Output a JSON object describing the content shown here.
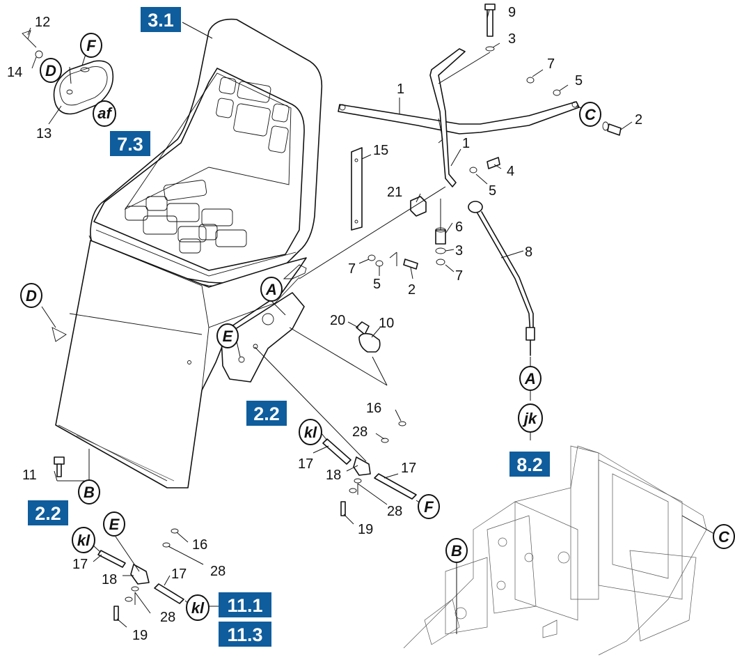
{
  "part_numbers": {
    "p12": "12",
    "p14": "14",
    "p13": "13",
    "p9": "9",
    "p3a": "3",
    "p7a": "7",
    "p5a": "5",
    "p1a": "1",
    "p2a": "2",
    "p1b": "1",
    "p4": "4",
    "p5b": "5",
    "p15": "15",
    "p21": "21",
    "p6": "6",
    "p3b": "3",
    "p7b": "7",
    "p8": "8",
    "p7c": "7",
    "p5c": "5",
    "p2b": "2",
    "p20": "20",
    "p10": "10",
    "p16a": "16",
    "p28a": "28",
    "p17a": "17",
    "p18a": "18",
    "p17b": "17",
    "p28b": "28",
    "p19a": "19",
    "p11": "11",
    "p16b": "16",
    "p28c": "28",
    "p17c": "17",
    "p18b": "18",
    "p17d": "17",
    "p28d": "28",
    "p19b": "19"
  },
  "references": {
    "ref_3_1": "3.1",
    "ref_7_3": "7.3",
    "ref_2_2a": "2.2",
    "ref_8_2": "8.2",
    "ref_2_2b": "2.2",
    "ref_11_1": "11.1",
    "ref_11_3": "11.3"
  },
  "connectors": {
    "F_top": "F",
    "D_top": "D",
    "af": "af",
    "C_right": "C",
    "D_left": "D",
    "A_mid": "A",
    "E_mid": "E",
    "A_cable": "A",
    "jk": "jk",
    "kl_a": "kl",
    "F_bottom": "F",
    "B_mid": "B",
    "E_low": "E",
    "kl_b": "kl",
    "kl_c": "kl",
    "B_frame": "B",
    "C_frame": "C"
  },
  "colors": {
    "reference_box": "#0f5d9c",
    "line": "#111111"
  }
}
